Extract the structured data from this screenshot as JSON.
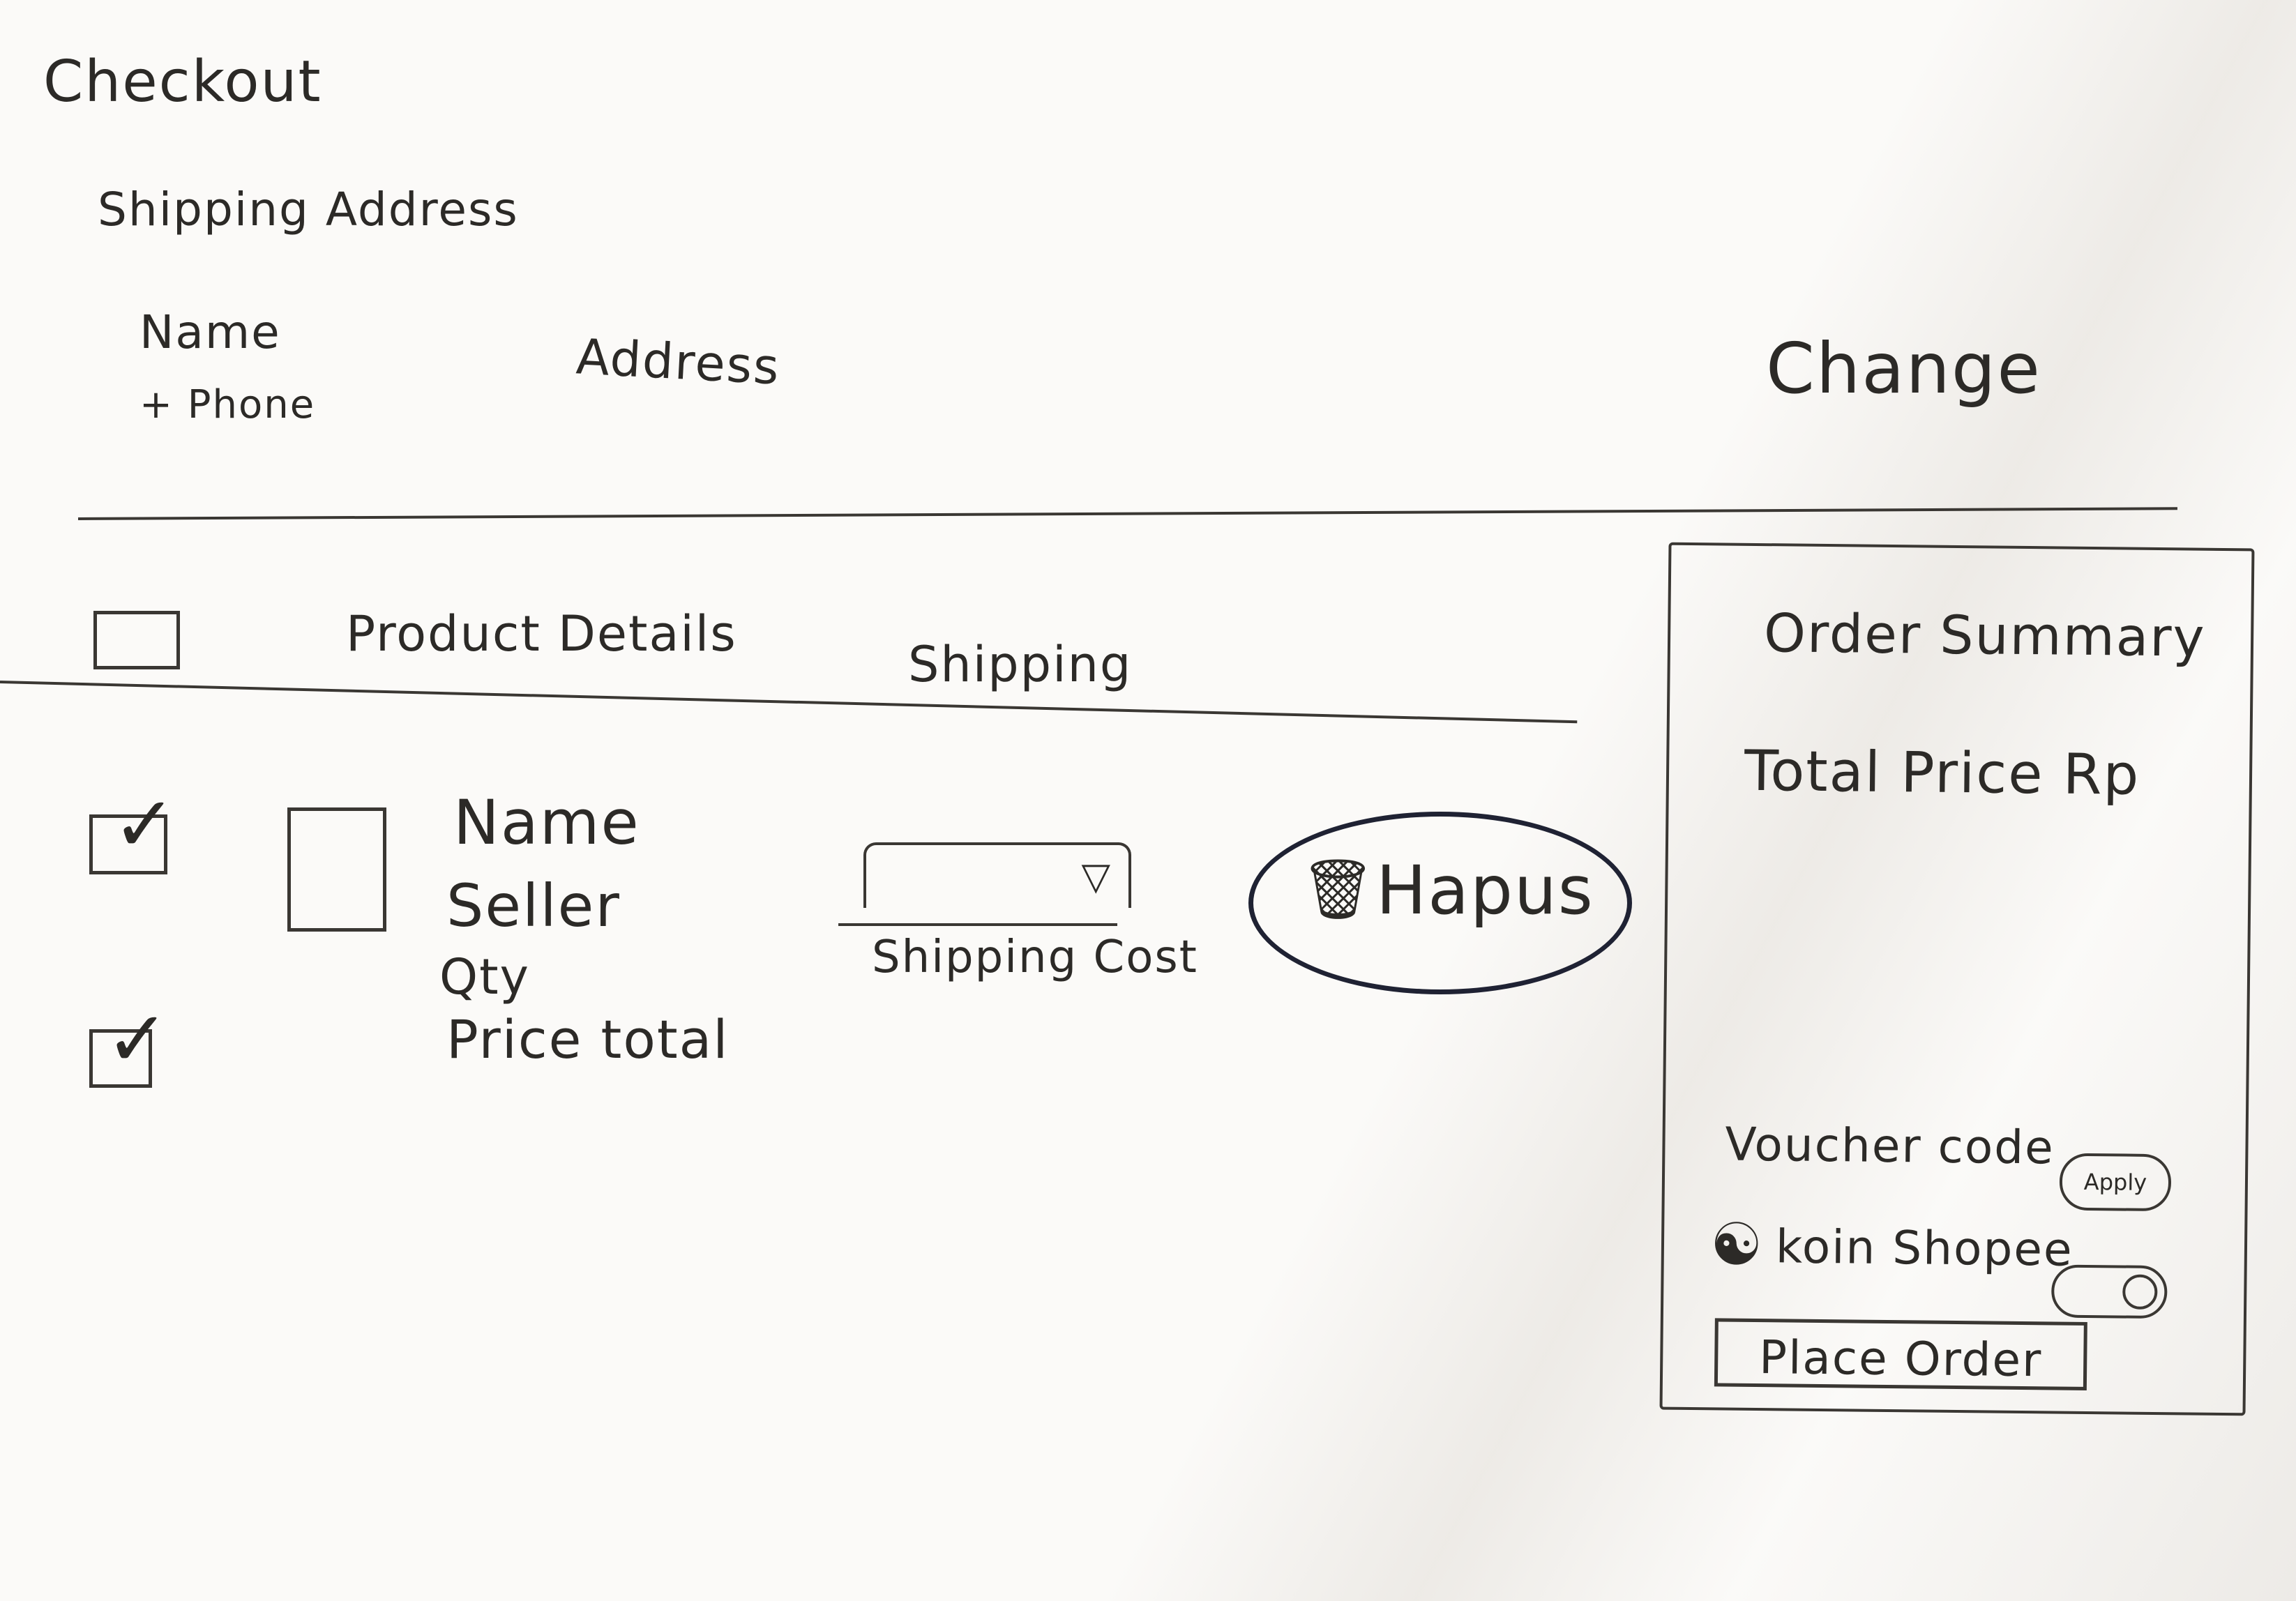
{
  "page": {
    "title": "Checkout"
  },
  "shipping_address": {
    "heading": "Shipping Address",
    "name_line1": "Name",
    "name_line2": "+ Phone",
    "address": "Address",
    "change_label": "Change"
  },
  "products_header": {
    "product_details": "Product Details",
    "shipping": "Shipping"
  },
  "product_item": {
    "name": "Name",
    "seller": "Seller",
    "qty": "Qty",
    "price_total": "Price total",
    "shipping_cost": "Shipping Cost",
    "delete_label": "Hapus"
  },
  "order_summary": {
    "title": "Order Summary",
    "total_price": "Total Price Rp",
    "voucher_label": "Voucher code",
    "voucher_button": "Apply",
    "coin_label": "koin Shopee",
    "place_order": "Place Order"
  },
  "colors": {
    "paper": "#fbfaf8",
    "ink": "#2c2a27",
    "delete_outline": "#1f2233"
  }
}
